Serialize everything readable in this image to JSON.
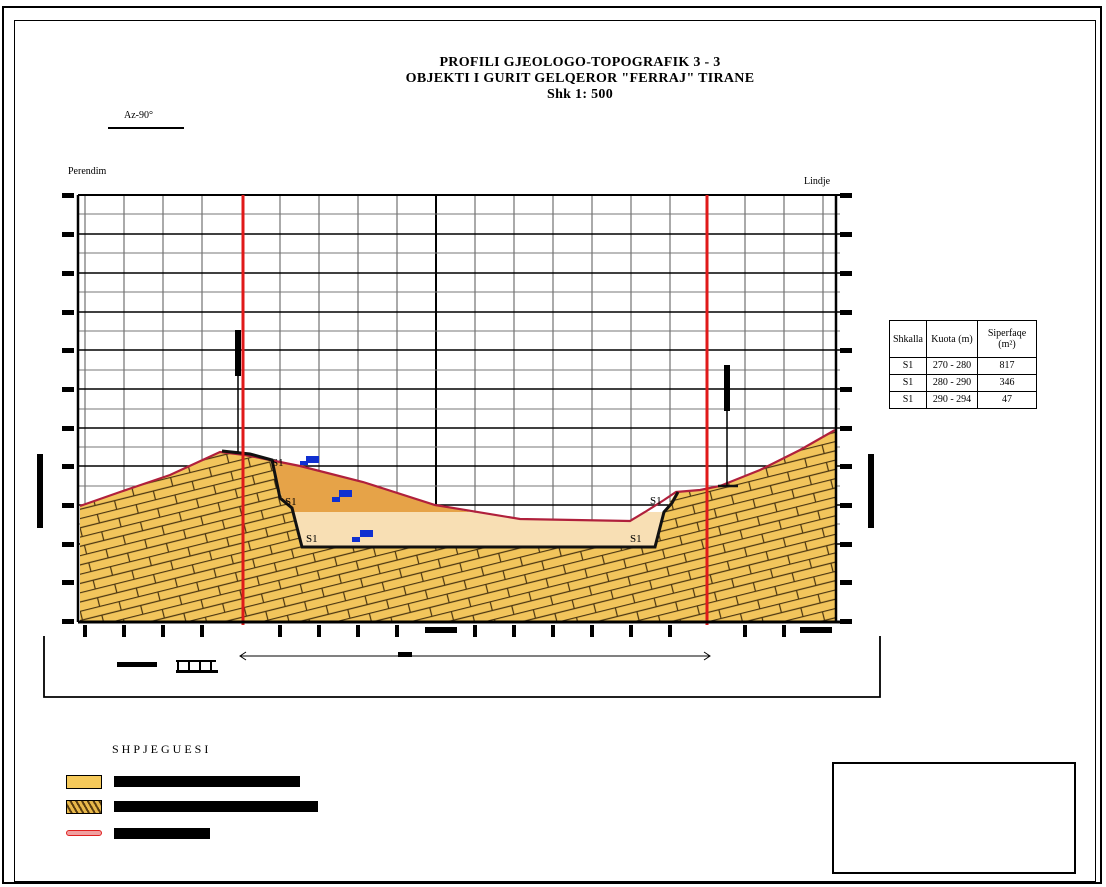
{
  "title": {
    "line1": "PROFILI GJEOLOGO-TOPOGRAFIK 3 - 3",
    "line2": "OBJEKTI I GURIT GELQEROR \"FERRAJ\" TIRANE",
    "line3": "Shk 1: 500"
  },
  "azimuth": "Az-90°",
  "directions": {
    "west": "Perendim",
    "east": "Lindje"
  },
  "stage_labels": [
    "S1",
    "S1",
    "S1",
    "S1",
    "S1"
  ],
  "table": {
    "headers": [
      "Shkalla",
      "Kuota (m)",
      "Siperfaqe (m²)"
    ],
    "rows": [
      {
        "stage": "S1",
        "elevation": "270 - 280",
        "area": "817"
      },
      {
        "stage": "S1",
        "elevation": "280 - 290",
        "area": "346"
      },
      {
        "stage": "S1",
        "elevation": "290 - 294",
        "area": "47"
      }
    ]
  },
  "legend": {
    "title": "SHPJEGUESI",
    "items": [
      {
        "swatch": "limestone",
        "color": "#f5c95a"
      },
      {
        "swatch": "hatched-limestone",
        "color": "#e8b84a"
      },
      {
        "swatch": "red-boundary-line",
        "color": "#e02020"
      }
    ]
  },
  "colors": {
    "rock": "#f2c55c",
    "bench_upper": "#e6a348",
    "bench_lower": "#f8dfb4",
    "boundary": "#e01a1a",
    "surface": "#b0203c",
    "water": "#1030d0"
  }
}
